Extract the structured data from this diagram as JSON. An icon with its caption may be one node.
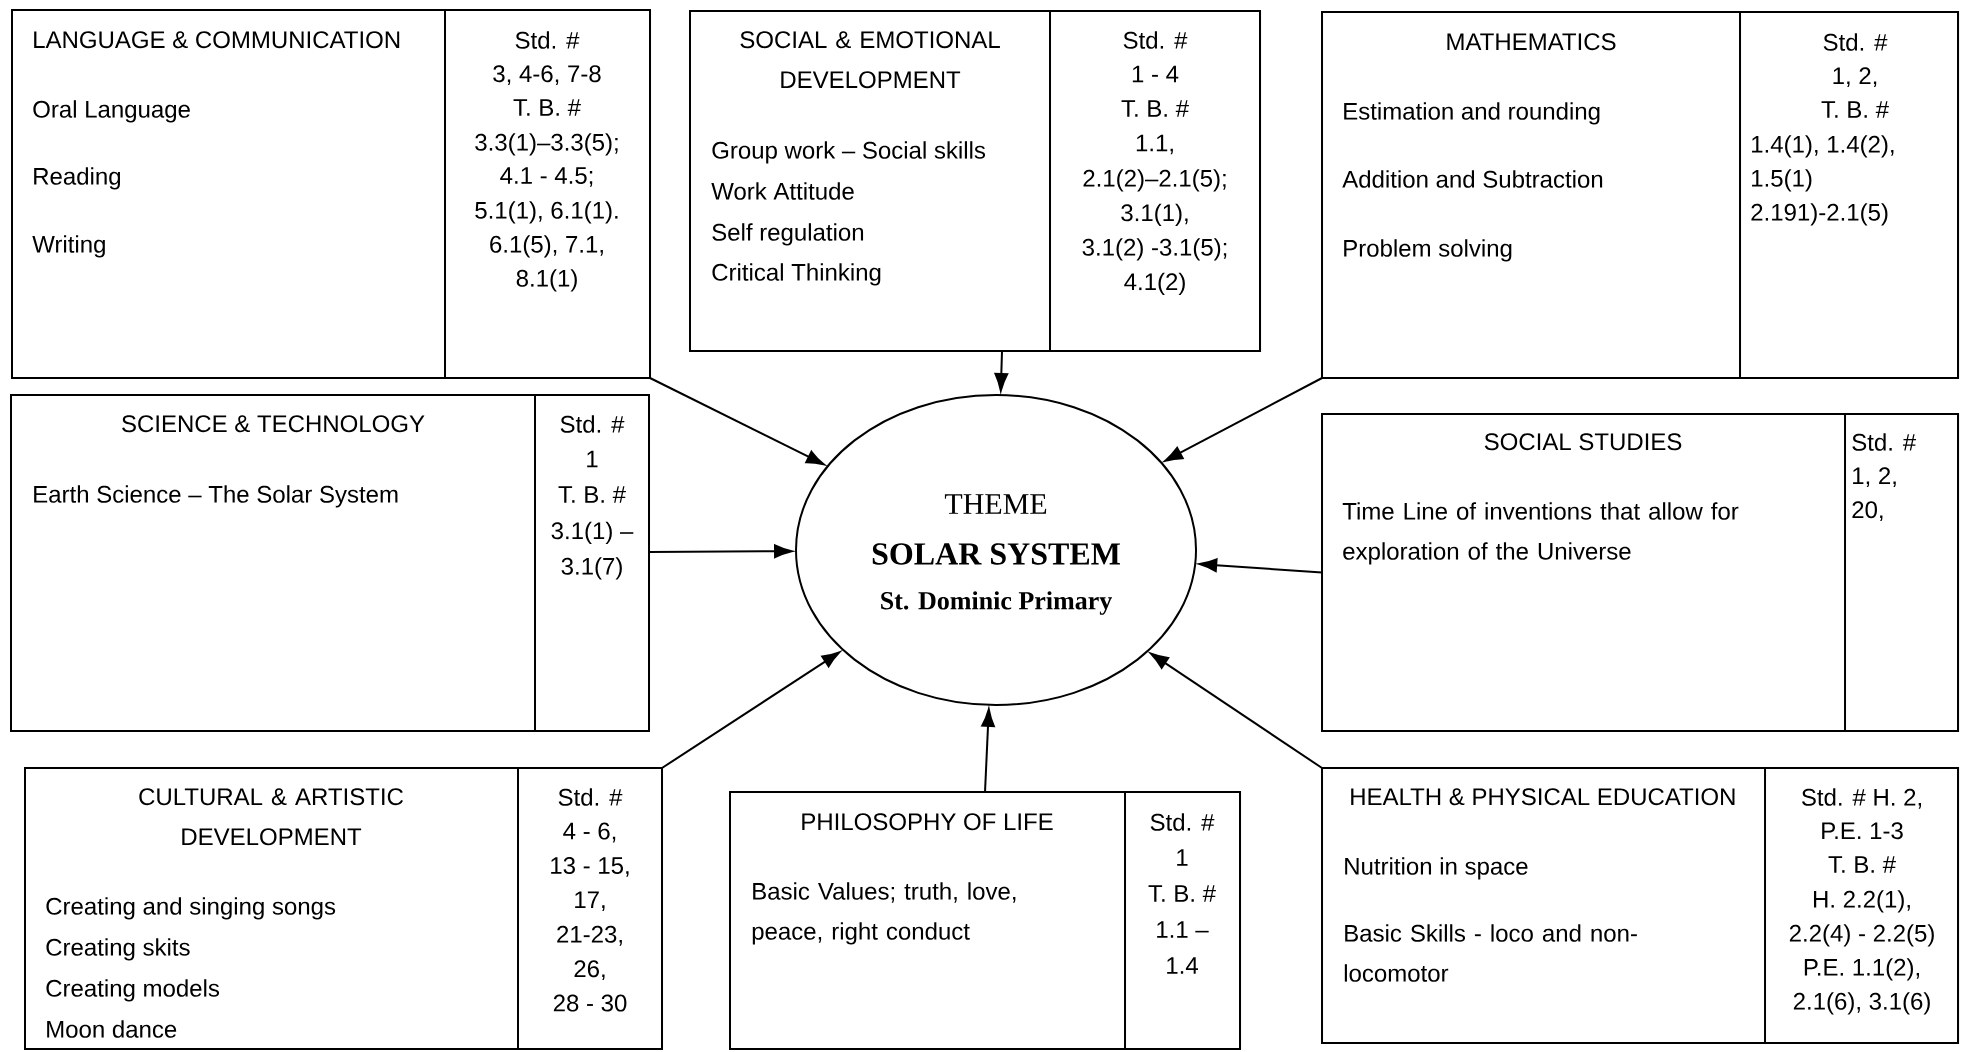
{
  "diagram": {
    "nodes": [
      {
        "text": [
          "LANGUAGE & COMMUNICATION",
          "Oral Language",
          "Reading",
          "Writing"
        ]
      },
      {
        "text": [
          "Std. #",
          "3, 4-6, 7-8",
          "T. B. #",
          "3.3(1)–3.3(5);",
          "4.1 - 4.5;",
          "5.1(1), 6.1(1).",
          "6.1(5), 7.1,",
          "8.1(1)"
        ],
        "in": 0
      },
      {
        "text": [
          "SOCIAL & EMOTIONAL DEVELOPMENT",
          "Group work – Social skills",
          "Work Attitude",
          "Self regulation",
          "Critical Thinking"
        ]
      },
      {
        "text": [
          "Std. #",
          "1 - 4",
          "T. B. #",
          "1.1,",
          "2.1(2)–2.1(5);",
          "3.1(1),",
          "3.1(2) -3.1(5);",
          "4.1(2)"
        ],
        "in": 2
      },
      {
        "text": [
          "MATHEMATICS",
          "Estimation and rounding",
          "Addition and Subtraction",
          "Problem solving"
        ]
      },
      {
        "text": [
          "Std. #",
          "1, 2,",
          "T. B. #",
          "1.4(1), 1.4(2),",
          "1.5(1)",
          "2.191)-2.1(5)"
        ],
        "in": 4
      },
      {
        "text": [
          "SCIENCE & TECHNOLOGY",
          "Earth Science – The Solar System"
        ]
      },
      {
        "text": [
          "Std. #",
          "1",
          "T. B. #",
          "3.1(1) –",
          "3.1(7)"
        ],
        "in": 6
      },
      {
        "text": [
          "THEME",
          "SOLAR SYSTEM",
          "St. Dominic Primary"
        ]
      },
      {
        "text": [
          "SOCIAL STUDIES",
          "Time Line of inventions that allow for exploration of the Universe"
        ]
      },
      {
        "text": [
          "Std. #",
          "1, 2,",
          "20,"
        ],
        "in": 9
      },
      {
        "text": [
          "CULTURAL & ARTISTIC DEVELOPMENT",
          "Creating and singing songs",
          "Creating skits",
          "Creating models",
          "Moon dance"
        ]
      },
      {
        "text": [
          "Std. #",
          "4 - 6,",
          "13 - 15,",
          "17,",
          "21-23,",
          "26,",
          "28 - 30"
        ],
        "in": 11
      },
      {
        "text": [
          "PHILOSOPHY OF LIFE",
          "Basic Values; truth, love, peace, right conduct"
        ]
      },
      {
        "text": [
          "Std. #",
          "1",
          "T. B. #",
          "1.1 –",
          "1.4"
        ],
        "in": 13
      },
      {
        "text": [
          "HEALTH & PHYSICAL EDUCATION",
          "Nutrition in space",
          "Basic Skills - loco and non-locomotor"
        ]
      },
      {
        "text": [
          "Std. # H. 2,",
          "P.E. 1-3",
          "T. B. #",
          "H. 2.2(1),",
          "2.2(4) - 2.2(5)",
          "P.E. 1.1(2),",
          "2.1(6), 3.1(6)"
        ],
        "in": 15
      }
    ],
    "edges": [
      {
        "from": 0,
        "to": 8,
        "arrow": "to"
      },
      {
        "from": 2,
        "to": 8,
        "arrow": "to"
      },
      {
        "from": 4,
        "to": 8,
        "arrow": "to"
      },
      {
        "from": 6,
        "to": 8,
        "arrow": "to"
      },
      {
        "from": 9,
        "to": 8,
        "arrow": "to"
      },
      {
        "from": 11,
        "to": 8,
        "arrow": "to"
      },
      {
        "from": 13,
        "to": 8,
        "arrow": "to"
      },
      {
        "from": 15,
        "to": 8,
        "arrow": "to"
      }
    ]
  }
}
